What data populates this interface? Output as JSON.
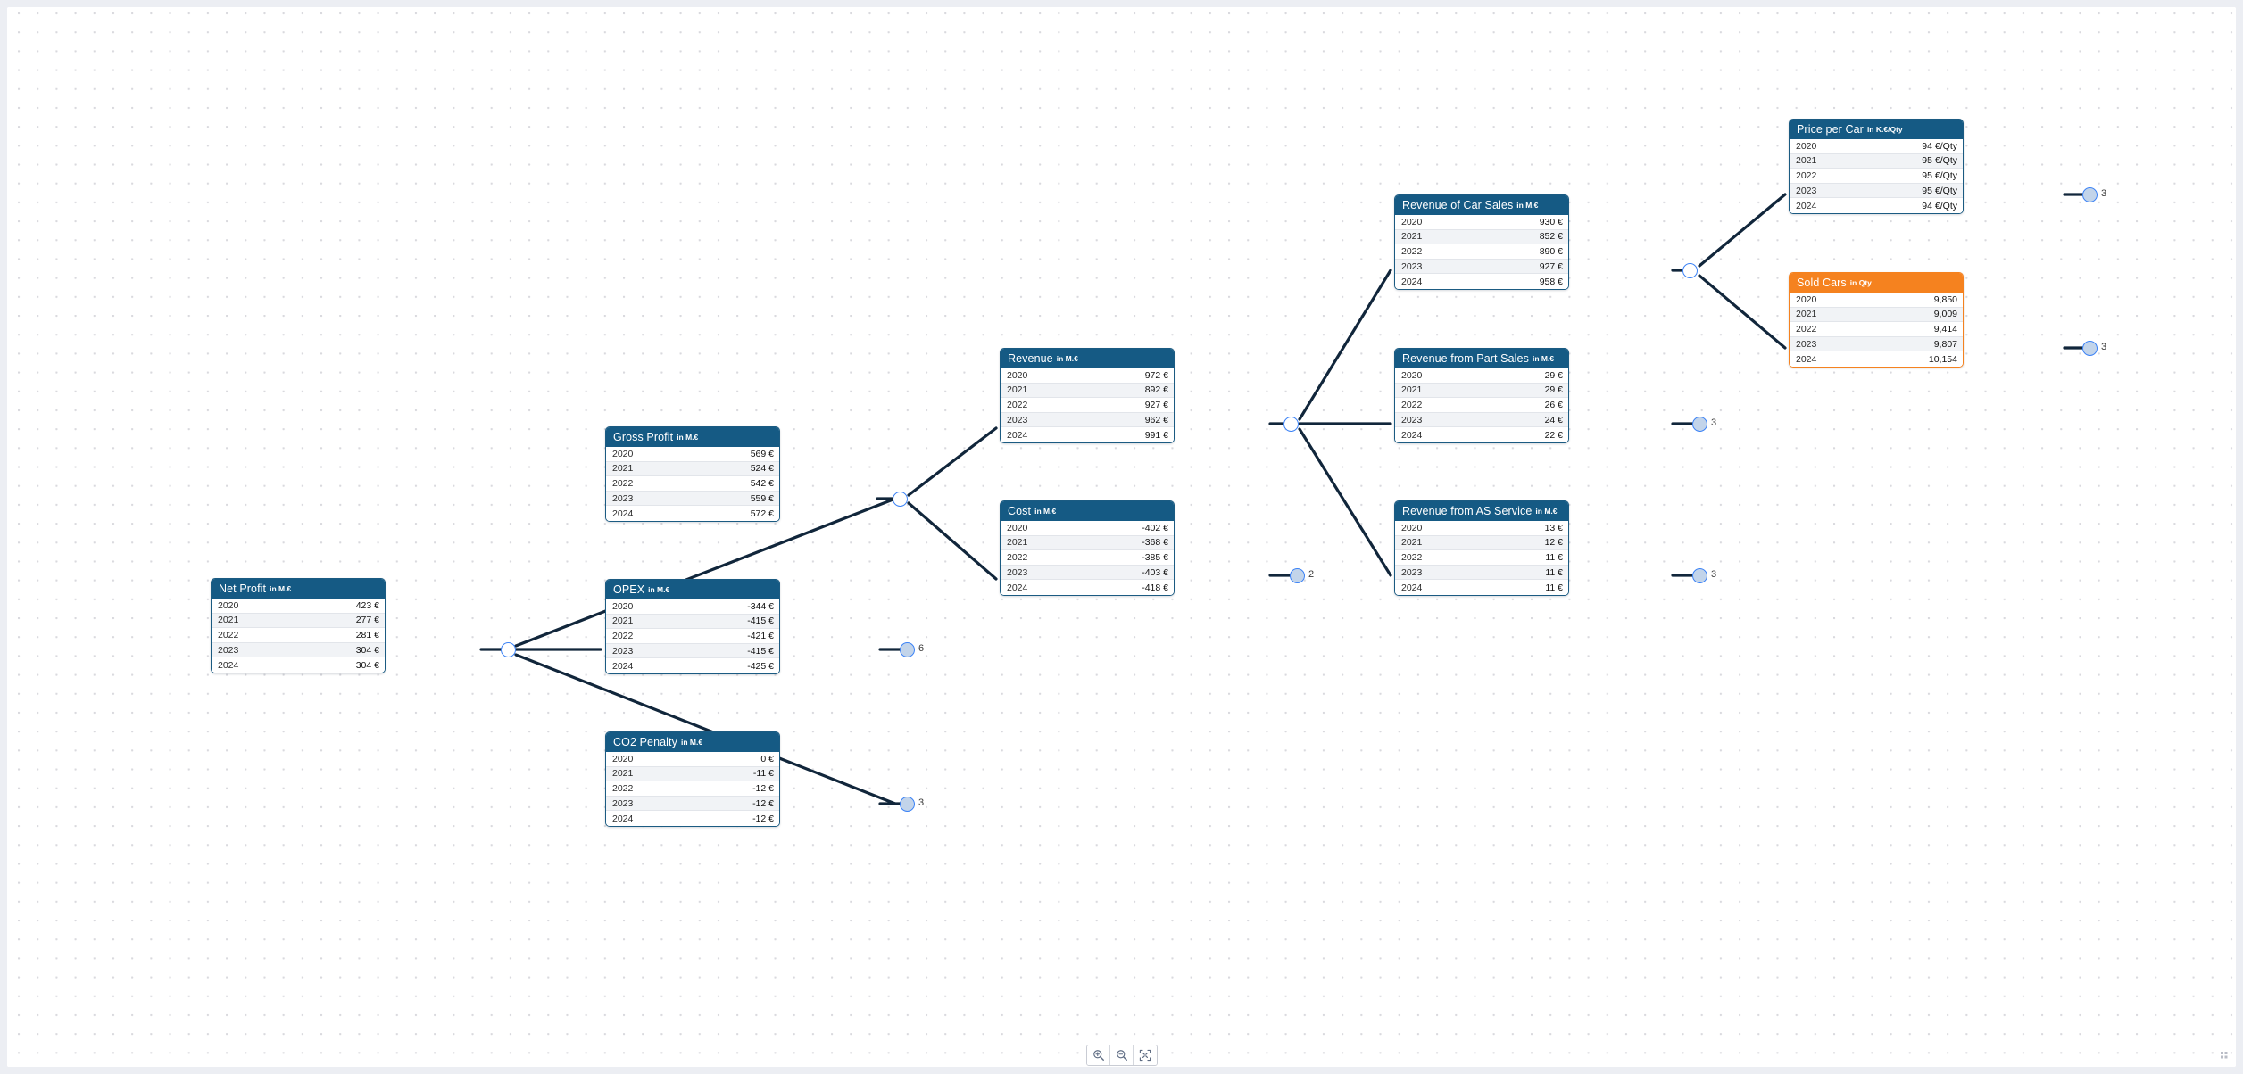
{
  "app": {
    "canvas_bg": "#ffffff",
    "accent_blue": "#155a84",
    "accent_orange": "#f5821f",
    "edge_color": "#11263b",
    "junction_color": "#3b82f6"
  },
  "years": [
    "2020",
    "2021",
    "2022",
    "2023",
    "2024"
  ],
  "nodes": {
    "net_profit": {
      "title": "Net Profit",
      "unit": "in M.€",
      "color": "#155a84",
      "rows": [
        {
          "year": "2020",
          "value": "423 €"
        },
        {
          "year": "2021",
          "value": "277 €"
        },
        {
          "year": "2022",
          "value": "281 €"
        },
        {
          "year": "2023",
          "value": "304 €"
        },
        {
          "year": "2024",
          "value": "304 €"
        }
      ]
    },
    "gross_profit": {
      "title": "Gross Profit",
      "unit": "in M.€",
      "color": "#155a84",
      "rows": [
        {
          "year": "2020",
          "value": "569 €"
        },
        {
          "year": "2021",
          "value": "524 €"
        },
        {
          "year": "2022",
          "value": "542 €"
        },
        {
          "year": "2023",
          "value": "559 €"
        },
        {
          "year": "2024",
          "value": "572 €"
        }
      ]
    },
    "opex": {
      "title": "OPEX",
      "unit": "in M.€",
      "color": "#155a84",
      "rows": [
        {
          "year": "2020",
          "value": "-344 €"
        },
        {
          "year": "2021",
          "value": "-415 €"
        },
        {
          "year": "2022",
          "value": "-421 €"
        },
        {
          "year": "2023",
          "value": "-415 €"
        },
        {
          "year": "2024",
          "value": "-425 €"
        }
      ]
    },
    "co2_penalty": {
      "title": "CO2 Penalty",
      "unit": "in M.€",
      "color": "#155a84",
      "rows": [
        {
          "year": "2020",
          "value": "0 €"
        },
        {
          "year": "2021",
          "value": "-11 €"
        },
        {
          "year": "2022",
          "value": "-12 €"
        },
        {
          "year": "2023",
          "value": "-12 €"
        },
        {
          "year": "2024",
          "value": "-12 €"
        }
      ]
    },
    "revenue": {
      "title": "Revenue",
      "unit": "in M.€",
      "color": "#155a84",
      "rows": [
        {
          "year": "2020",
          "value": "972 €"
        },
        {
          "year": "2021",
          "value": "892 €"
        },
        {
          "year": "2022",
          "value": "927 €"
        },
        {
          "year": "2023",
          "value": "962 €"
        },
        {
          "year": "2024",
          "value": "991 €"
        }
      ]
    },
    "cost": {
      "title": "Cost",
      "unit": "in M.€",
      "color": "#155a84",
      "rows": [
        {
          "year": "2020",
          "value": "-402 €"
        },
        {
          "year": "2021",
          "value": "-368 €"
        },
        {
          "year": "2022",
          "value": "-385 €"
        },
        {
          "year": "2023",
          "value": "-403 €"
        },
        {
          "year": "2024",
          "value": "-418 €"
        }
      ]
    },
    "revenue_car_sales": {
      "title": "Revenue of Car Sales",
      "unit": "in M.€",
      "color": "#155a84",
      "rows": [
        {
          "year": "2020",
          "value": "930 €"
        },
        {
          "year": "2021",
          "value": "852 €"
        },
        {
          "year": "2022",
          "value": "890 €"
        },
        {
          "year": "2023",
          "value": "927 €"
        },
        {
          "year": "2024",
          "value": "958 €"
        }
      ]
    },
    "revenue_part_sales": {
      "title": "Revenue from Part Sales",
      "unit": "in M.€",
      "color": "#155a84",
      "rows": [
        {
          "year": "2020",
          "value": "29 €"
        },
        {
          "year": "2021",
          "value": "29 €"
        },
        {
          "year": "2022",
          "value": "26 €"
        },
        {
          "year": "2023",
          "value": "24 €"
        },
        {
          "year": "2024",
          "value": "22 €"
        }
      ]
    },
    "revenue_as_service": {
      "title": "Revenue from AS Service",
      "unit": "in M.€",
      "color": "#155a84",
      "rows": [
        {
          "year": "2020",
          "value": "13 €"
        },
        {
          "year": "2021",
          "value": "12 €"
        },
        {
          "year": "2022",
          "value": "11 €"
        },
        {
          "year": "2023",
          "value": "11 €"
        },
        {
          "year": "2024",
          "value": "11 €"
        }
      ]
    },
    "price_per_car": {
      "title": "Price per Car",
      "unit": "in K.€/Qty",
      "color": "#155a84",
      "rows": [
        {
          "year": "2020",
          "value": "94 €/Qty"
        },
        {
          "year": "2021",
          "value": "95 €/Qty"
        },
        {
          "year": "2022",
          "value": "95 €/Qty"
        },
        {
          "year": "2023",
          "value": "95 €/Qty"
        },
        {
          "year": "2024",
          "value": "94 €/Qty"
        }
      ]
    },
    "sold_cars": {
      "title": "Sold Cars",
      "unit": "in Qty",
      "color": "#f5821f",
      "rows": [
        {
          "year": "2020",
          "value": "9,850"
        },
        {
          "year": "2021",
          "value": "9,009"
        },
        {
          "year": "2022",
          "value": "9,414"
        },
        {
          "year": "2023",
          "value": "9,807"
        },
        {
          "year": "2024",
          "value": "10,154"
        }
      ]
    }
  },
  "badges": {
    "opex": "6",
    "co2_penalty": "3",
    "cost": "2",
    "part_sales": "3",
    "as_service": "3",
    "price_per_car": "3",
    "sold_cars": "3"
  },
  "toolbar": {
    "zoom_in": "zoom-in",
    "zoom_out": "zoom-out",
    "fit_screen": "fit-to-screen"
  }
}
